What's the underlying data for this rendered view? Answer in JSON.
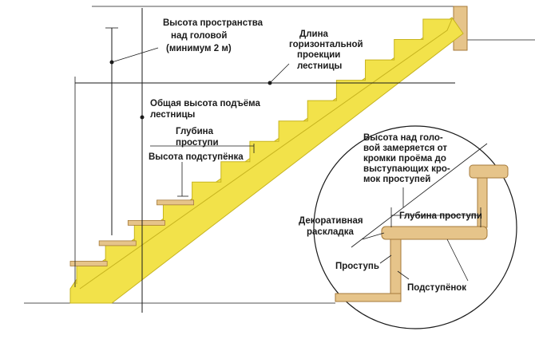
{
  "colors": {
    "stringer": "#f2e24a",
    "stringer_edge": "#c7b41f",
    "tread": "#e6c48a",
    "tread_edge": "#a57a3a",
    "line": "#1a1a1a",
    "background": "#ffffff"
  },
  "labels": {
    "headroom": [
      "Высота пространства",
      "над головой",
      "(минимум 2 м)"
    ],
    "horizontal_length": [
      "Длина",
      "горизонтальной",
      "проекции",
      "лестницы"
    ],
    "total_height": [
      "Общая высота подъёма",
      "лестницы"
    ],
    "tread_depth": [
      "Глубина",
      "проступи"
    ],
    "riser_height": "Высота подступёнка",
    "detail_note": [
      "Высота над голо-",
      "вой замеряется от",
      "кромки проёма до",
      "выступающих кро-",
      "мок проступей"
    ],
    "decorative_nosing": [
      "Декоративная",
      "раскладка"
    ],
    "detail_tread_depth": "Глубина проступи",
    "detail_tread": "Проступь",
    "detail_riser": "Подступёнок"
  }
}
